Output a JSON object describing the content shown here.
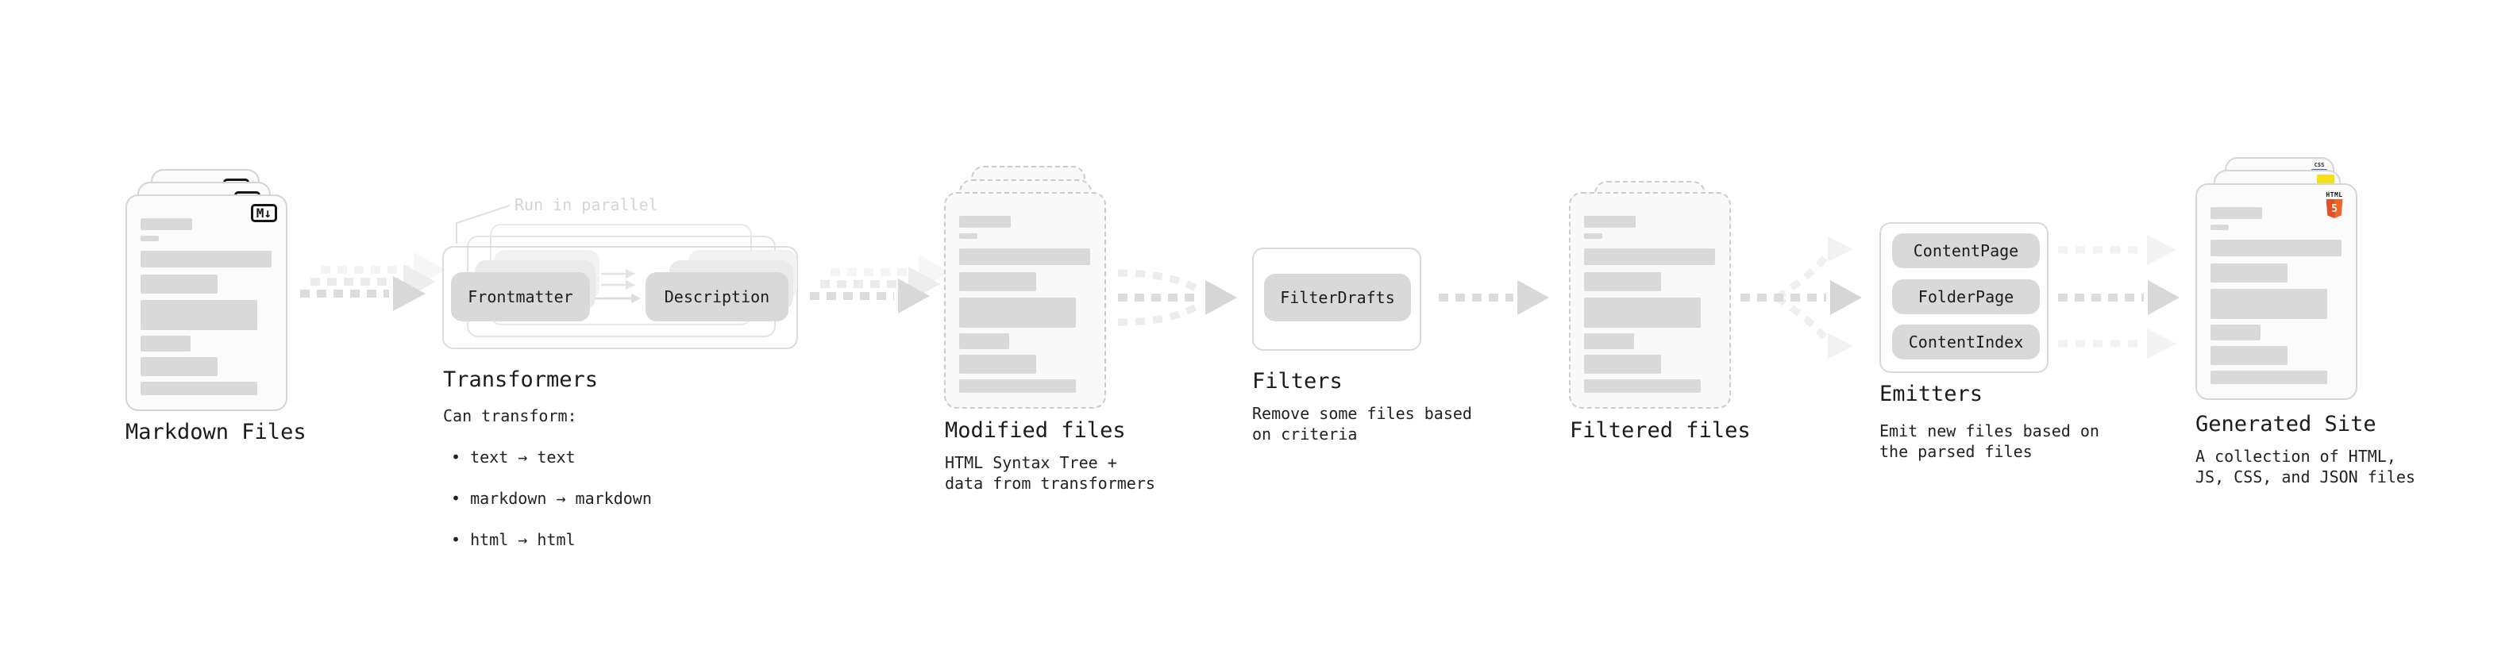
{
  "diagram": {
    "markdown_files": {
      "title": "Markdown Files",
      "badge": "M↓"
    },
    "transformers": {
      "annotation": "Run in parallel",
      "nodes": [
        "Frontmatter",
        "Description"
      ],
      "title": "Transformers",
      "desc_heading": "Can transform:",
      "bullets": [
        "text → text",
        "markdown → markdown",
        "html → html"
      ]
    },
    "modified_files": {
      "title": "Modified files",
      "desc": "HTML Syntax Tree +\ndata from transformers"
    },
    "filters": {
      "title": "Filters",
      "node": "FilterDrafts",
      "desc": "Remove some files based\non criteria"
    },
    "filtered_files": {
      "title": "Filtered files"
    },
    "emitters": {
      "title": "Emitters",
      "nodes": [
        "ContentPage",
        "FolderPage",
        "ContentIndex"
      ],
      "desc": "Emit new files based on\nthe parsed files"
    },
    "generated_site": {
      "title": "Generated Site",
      "desc": "A collection of HTML,\nJS, CSS, and JSON files",
      "badges": {
        "css": "CSS",
        "html_word": "HTML",
        "html_number": "5"
      }
    }
  },
  "colors": {
    "html5_orange": "#e44d26",
    "js_yellow": "#f7df1e",
    "css_blue": "#2965f1",
    "node_gray": "#d9d9d9",
    "arrow_gray": "#dcdcdc"
  }
}
